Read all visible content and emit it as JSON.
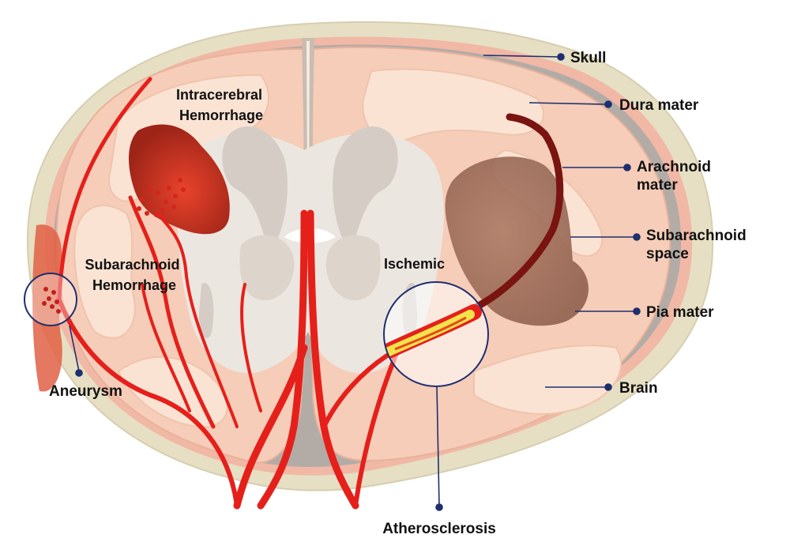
{
  "labels": {
    "skull": "Skull",
    "dura_mater": "Dura mater",
    "arachnoid_mater": [
      "Arachnoid",
      "mater"
    ],
    "subarachnoid_space": [
      "Subarachnoid",
      "space"
    ],
    "pia_mater": "Pia mater",
    "brain": "Brain",
    "intracerebral_hemorrhage": [
      "Intracerebral",
      "Hemorrhage"
    ],
    "subarachnoid_hemorrhage": [
      "Subarachnoid",
      "Hemorrhage"
    ],
    "ischemic": "Ischemic",
    "aneurysm": "Aneurysm",
    "atherosclerosis": "Atherosclerosis"
  },
  "colors": {
    "skull": "#e6dfc3",
    "dura": "#f1b8a6",
    "brain_outer": "#f6cdb8",
    "brain_inner": "#fbe3d4",
    "white_matter": "#ede7e1",
    "ventricle": "#d9d2cb",
    "artery": "#e5201b",
    "artery_dark": "#7a1410",
    "hemorrhage": "#c4301f",
    "ischemic_zone": "#9c6b57",
    "plaque": "#f2e34a",
    "callout": "#1f2f6e"
  }
}
